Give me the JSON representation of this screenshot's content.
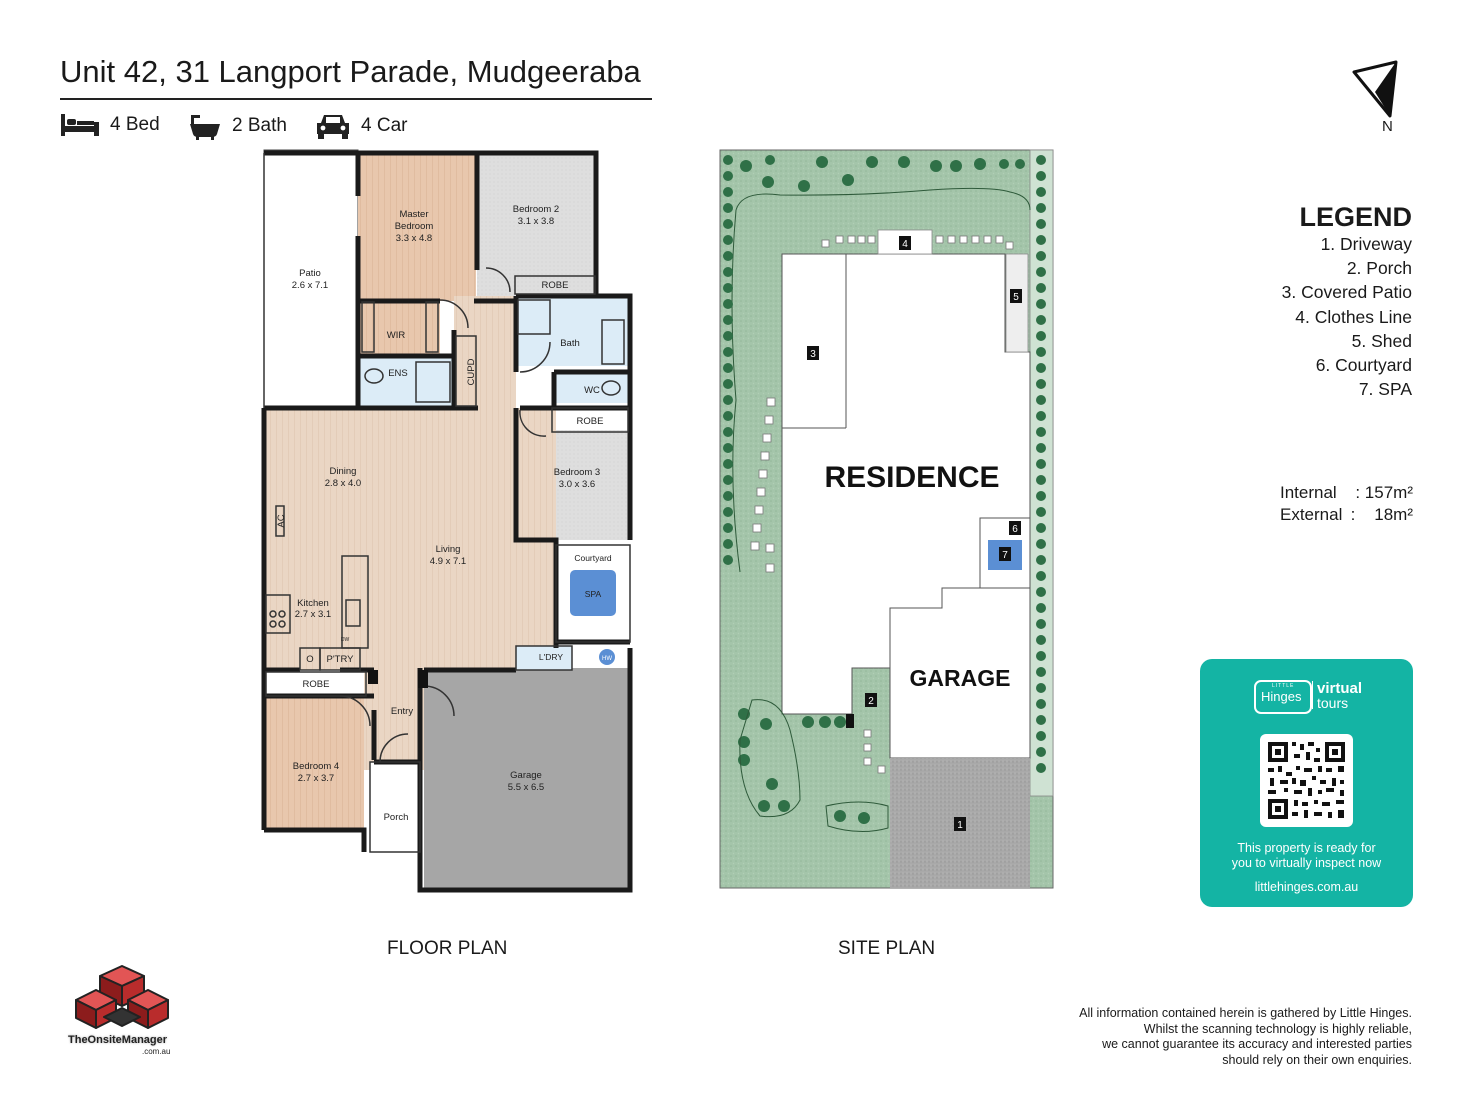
{
  "header": {
    "title": "Unit 42, 31 Langport Parade, Mudgeeraba",
    "beds": "4 Bed",
    "baths": "2 Bath",
    "cars": "4 Car"
  },
  "compass": {
    "label": "N"
  },
  "floor_plan": {
    "caption": "FLOOR PLAN",
    "rooms": {
      "patio": {
        "name": "Patio",
        "size": "2.6 x 7.1"
      },
      "master_line1": "Master",
      "master_line2": "Bedroom",
      "master_size": "3.3 x 4.8",
      "bedroom2": {
        "name": "Bedroom 2",
        "size": "3.1 x 3.8"
      },
      "robe": "ROBE",
      "bath": "Bath",
      "wir": "WIR",
      "ens": "ENS",
      "cupd": "CUPD",
      "wc": "WC",
      "dining": {
        "name": "Dining",
        "size": "2.8 x 4.0"
      },
      "ac": "AC",
      "bedroom3": {
        "name": "Bedroom 3",
        "size": "3.0 x 3.6"
      },
      "living": {
        "name": "Living",
        "size": "4.9 x 7.1"
      },
      "courtyard": "Courtyard",
      "spa": "SPA",
      "kitchen": {
        "name": "Kitchen",
        "size": "2.7 x 3.1"
      },
      "dw": "DW",
      "o": "O",
      "ptry": "P'TRY",
      "ldry": "L'DRY",
      "hw": "HW",
      "entry": "Entry",
      "bedroom4": {
        "name": "Bedroom 4",
        "size": "2.7 x 3.7"
      },
      "porch": "Porch",
      "garage": {
        "name": "Garage",
        "size": "5.5 x 6.5"
      }
    }
  },
  "site_plan": {
    "caption": "SITE PLAN",
    "residence": "RESIDENCE",
    "garage": "GARAGE",
    "markers": [
      "1",
      "2",
      "3",
      "4",
      "5",
      "6",
      "7"
    ]
  },
  "legend": {
    "title": "LEGEND",
    "items": [
      "1. Driveway",
      "2. Porch",
      "3. Covered Patio",
      "4. Clothes Line",
      "5. Shed",
      "6. Courtyard",
      "7. SPA"
    ]
  },
  "areas": {
    "internal_label": "Internal",
    "internal_value": ": 157m²",
    "external_label": "External",
    "external_value": ":    18m²"
  },
  "virtual_tour": {
    "brand_small": "LITTLE",
    "brand": "Hinges",
    "word1": "virtual",
    "word2": "tours",
    "message_line1": "This property is ready for",
    "message_line2": "you to virtually inspect now",
    "url": "littlehinges.com.au",
    "accent": "#14b4a4"
  },
  "disclaimer": {
    "lines": [
      "All information contained herein is gathered by Little Hinges.",
      "Whilst the scanning technology is highly reliable,",
      "we cannot guarantee its accuracy and interested parties",
      "should rely on their own enquiries."
    ]
  },
  "logo": {
    "line1": "TheOnsiteManager",
    "line2": ".com.au"
  },
  "colors": {
    "master_floor": "#e8c7ad",
    "timber_floor": "#ead6c4",
    "carpet": "#dedede",
    "tile": "#dcecf7",
    "garage_floor": "#a6a6a6",
    "lawn": "#9fc2a6",
    "hedge": "#35784d",
    "spa": "#5b8fd4"
  }
}
